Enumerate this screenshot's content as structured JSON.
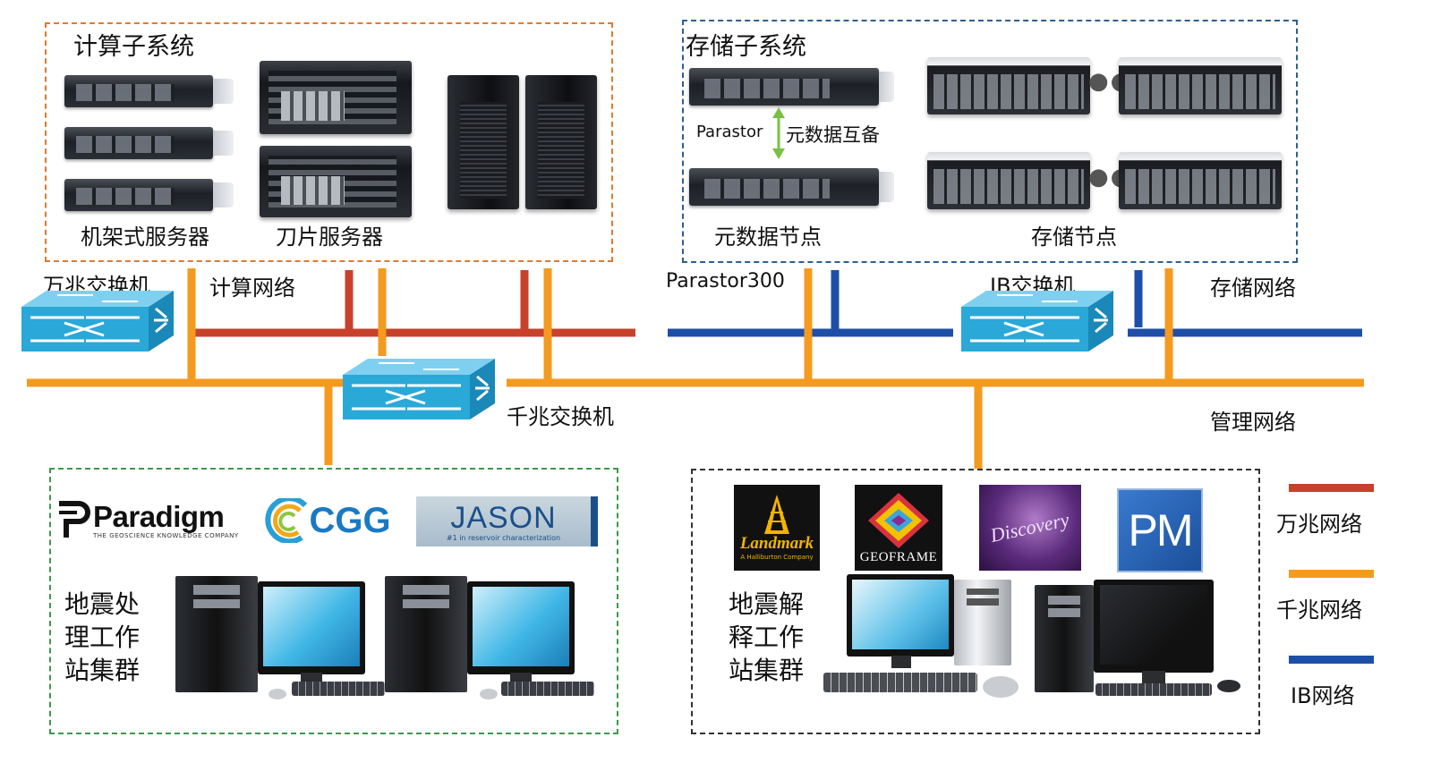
{
  "compute": {
    "title": "计算子系统",
    "rack_label": "机架式服务器",
    "blade_label": "刀片服务器"
  },
  "storage": {
    "title": "存储子系统",
    "parastor_label": "Parastor",
    "metadata_backup_label": "元数据互备",
    "metadata_node_label": "元数据节点",
    "storage_node_label": "存储节点"
  },
  "network": {
    "tengig_switch_label": "万兆交换机",
    "compute_network_label": "计算网络",
    "parastor300_label": "Parastor300",
    "ib_switch_label": "IB交换机",
    "storage_network_label": "存储网络",
    "gig_switch_label": "千兆交换机",
    "mgmt_network_label": "管理网络"
  },
  "legend": [
    {
      "label": "万兆网络",
      "color": "#c8412b"
    },
    {
      "label": "千兆网络",
      "color": "#f39a1f"
    },
    {
      "label": "IB网络",
      "color": "#1d4fa8"
    }
  ],
  "processing": {
    "title_lines": [
      "地震处",
      "理工作",
      "站集群"
    ],
    "logos": {
      "paradigm": "Paradigm",
      "paradigm_tagline": "THE GEOSCIENCE KNOWLEDGE COMPANY",
      "cgg": "CGG",
      "jason": "JASON",
      "jason_tagline": "#1 in reservoir characterization"
    }
  },
  "interpretation": {
    "title_lines": [
      "地震解",
      "释工作",
      "站集群"
    ],
    "logos": {
      "landmark": "Landmark",
      "landmark_tagline": "A Halliburton Company",
      "geoframe": "GeoFrame",
      "discovery": "Discovery",
      "pm": "PM"
    }
  },
  "colors": {
    "tengig": "#c8412b",
    "gig": "#f39a1f",
    "ib": "#1d4fa8",
    "compute_border": "#e07a2e",
    "storage_border": "#2e5f8f",
    "processing_border": "#3a9a4a",
    "interp_border": "#333333",
    "switch_blue": "#2aa8d8"
  }
}
